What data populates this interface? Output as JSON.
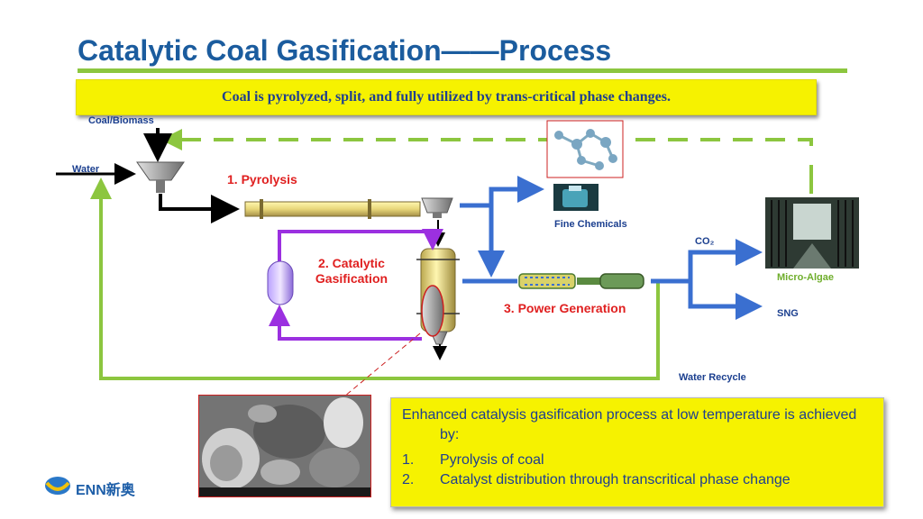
{
  "title": "Catalytic Coal Gasification——Process",
  "subtitle": "Coal is pyrolyzed, split, and fully utilized by trans-critical phase changes.",
  "inputs": {
    "coal": "Coal/Biomass",
    "water": "Water"
  },
  "steps": {
    "pyrolysis": "1. Pyrolysis",
    "gasification_line1": "2. Catalytic",
    "gasification_line2": "Gasification",
    "power": "3. Power Generation"
  },
  "outputs": {
    "fine_chemicals": "Fine Chemicals",
    "co2": "CO₂",
    "micro_algae": "Micro-Algae",
    "sng": "SNG",
    "water_recycle": "Water Recycle"
  },
  "info": {
    "heading": "Enhanced catalysis gasification process at low temperature is achieved by:",
    "items": [
      {
        "num": "1.",
        "text": "Pyrolysis of coal"
      },
      {
        "num": "2.",
        "text": "Catalyst distribution through transcritical phase change"
      }
    ]
  },
  "logo": {
    "text": "ENN新奥"
  },
  "colors": {
    "title": "#1b5c9e",
    "rule": "#8cc63f",
    "highlight": "#f6f200",
    "flow_blue": "#3a6fd0",
    "flow_green": "#8cc63f",
    "flow_purple": "#9b30e0",
    "red_label": "#e02020"
  }
}
